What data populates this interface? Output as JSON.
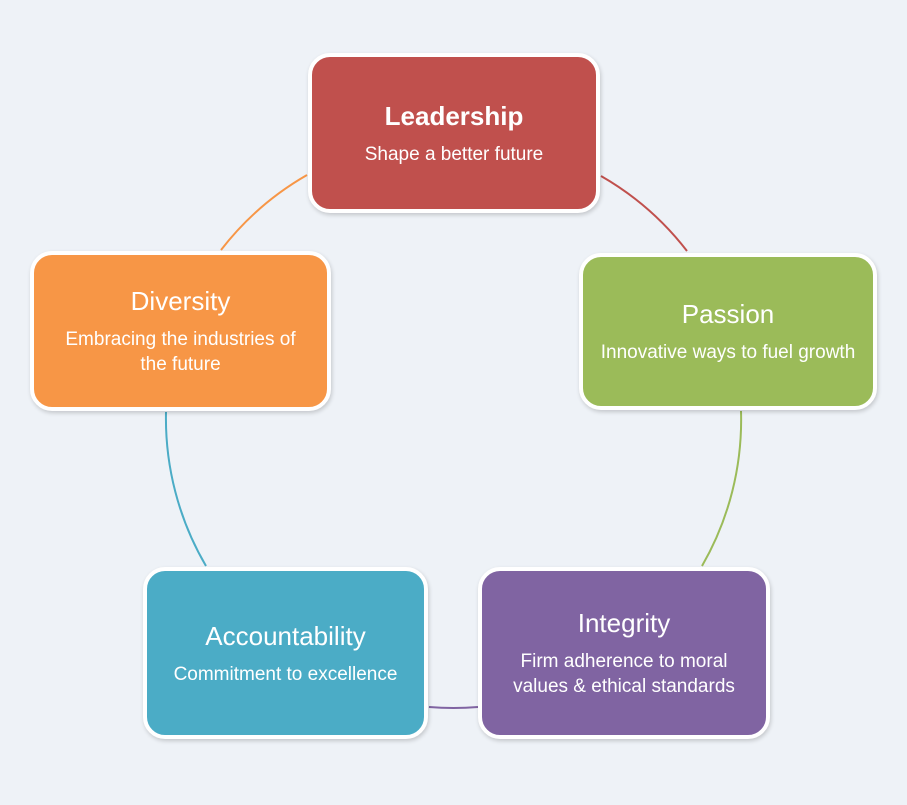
{
  "nodes": [
    {
      "title": "Leadership",
      "description": "Shape a better future",
      "color": "#c0504d"
    },
    {
      "title": "Passion",
      "description": "Innovative ways to fuel growth",
      "color": "#9bbb59"
    },
    {
      "title": "Integrity",
      "description": "Firm adherence to moral values & ethical standards",
      "color": "#8064a2"
    },
    {
      "title": "Accountability",
      "description": "Commitment to excellence",
      "color": "#4bacc6"
    },
    {
      "title": "Diversity",
      "description": "Embracing the industries of the future",
      "color": "#f79646"
    }
  ]
}
